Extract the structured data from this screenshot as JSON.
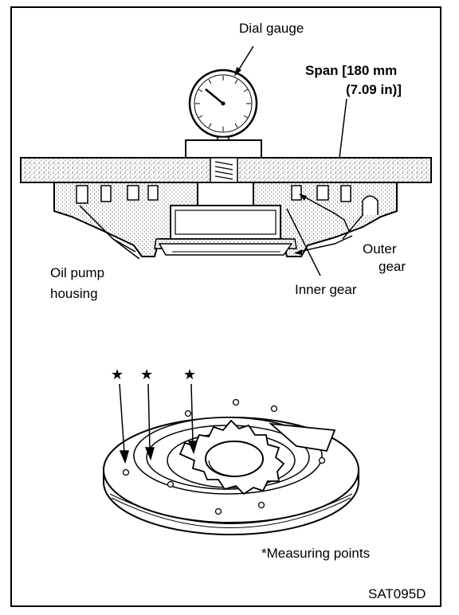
{
  "labels": {
    "dial_gauge": "Dial gauge",
    "span_line1": "Span  [180 mm",
    "span_line2": "(7.09 in)]",
    "outer_gear_line1": "Outer",
    "outer_gear_line2": "gear",
    "oil_pump_line1": "Oil pump",
    "oil_pump_line2": "housing",
    "inner_gear": "Inner gear",
    "measuring_points": "*Measuring points",
    "figure_code": "SAT095D"
  },
  "markers": {
    "star": "★"
  }
}
